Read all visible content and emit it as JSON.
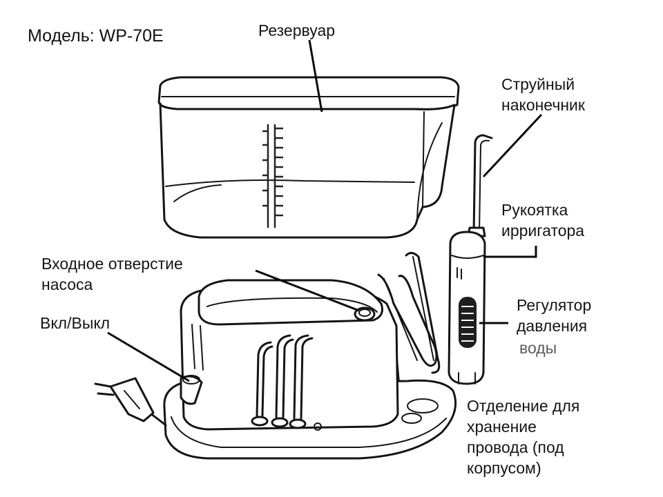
{
  "diagram": {
    "model": "Модель: WP-70E",
    "labels": {
      "reservoir": "Резервуар",
      "jet_tip": [
        "Струйный",
        "наконечник"
      ],
      "handle": [
        "Рукоятка",
        "ирригатора"
      ],
      "pump_inlet": [
        "Входное отверстие",
        "насоса"
      ],
      "power": "Вкл/Выкл",
      "pressure": [
        "Регулятор",
        "давления",
        "воды"
      ],
      "cord_storage": [
        "Отделение для",
        "хранение",
        "провода (под",
        "корпусом)"
      ]
    }
  }
}
